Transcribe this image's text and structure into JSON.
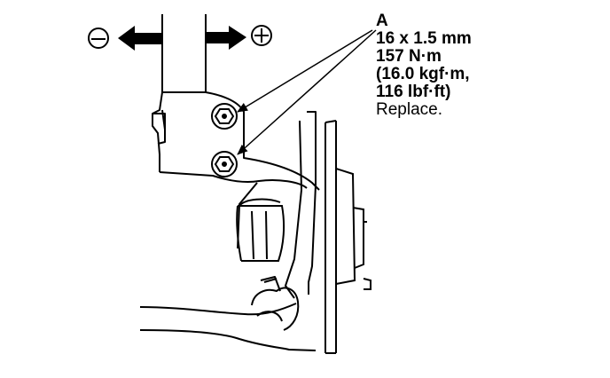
{
  "callout": {
    "label": "A",
    "size": "16 x 1.5 mm",
    "torque_nm": "157 N·m",
    "torque_kgf": "(16.0 kgf·m,",
    "torque_lbf": "116 lbf·ft)",
    "instruction": "Replace."
  },
  "symbols": {
    "negative": "minus-direction",
    "positive": "plus-direction"
  },
  "colors": {
    "ink": "#000000",
    "paper": "#ffffff"
  }
}
